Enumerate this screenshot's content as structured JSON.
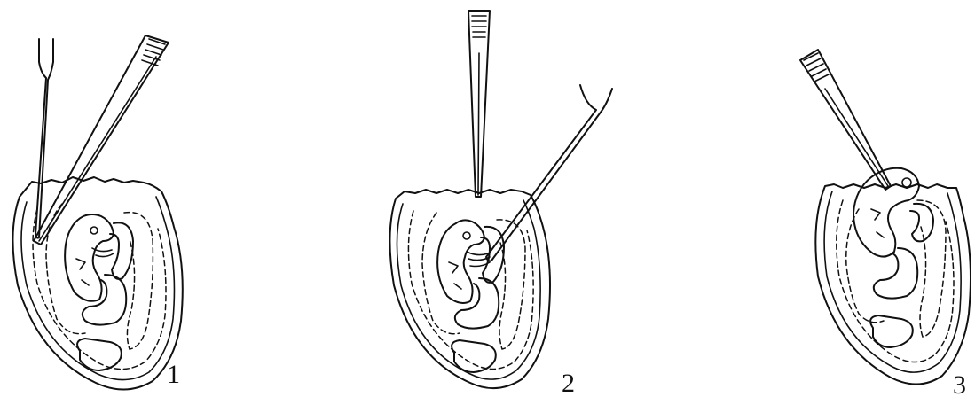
{
  "panels": [
    {
      "label": "1"
    },
    {
      "label": "2"
    },
    {
      "label": "3"
    }
  ],
  "colors": {
    "ink": "#111111",
    "background": "#ffffff"
  }
}
